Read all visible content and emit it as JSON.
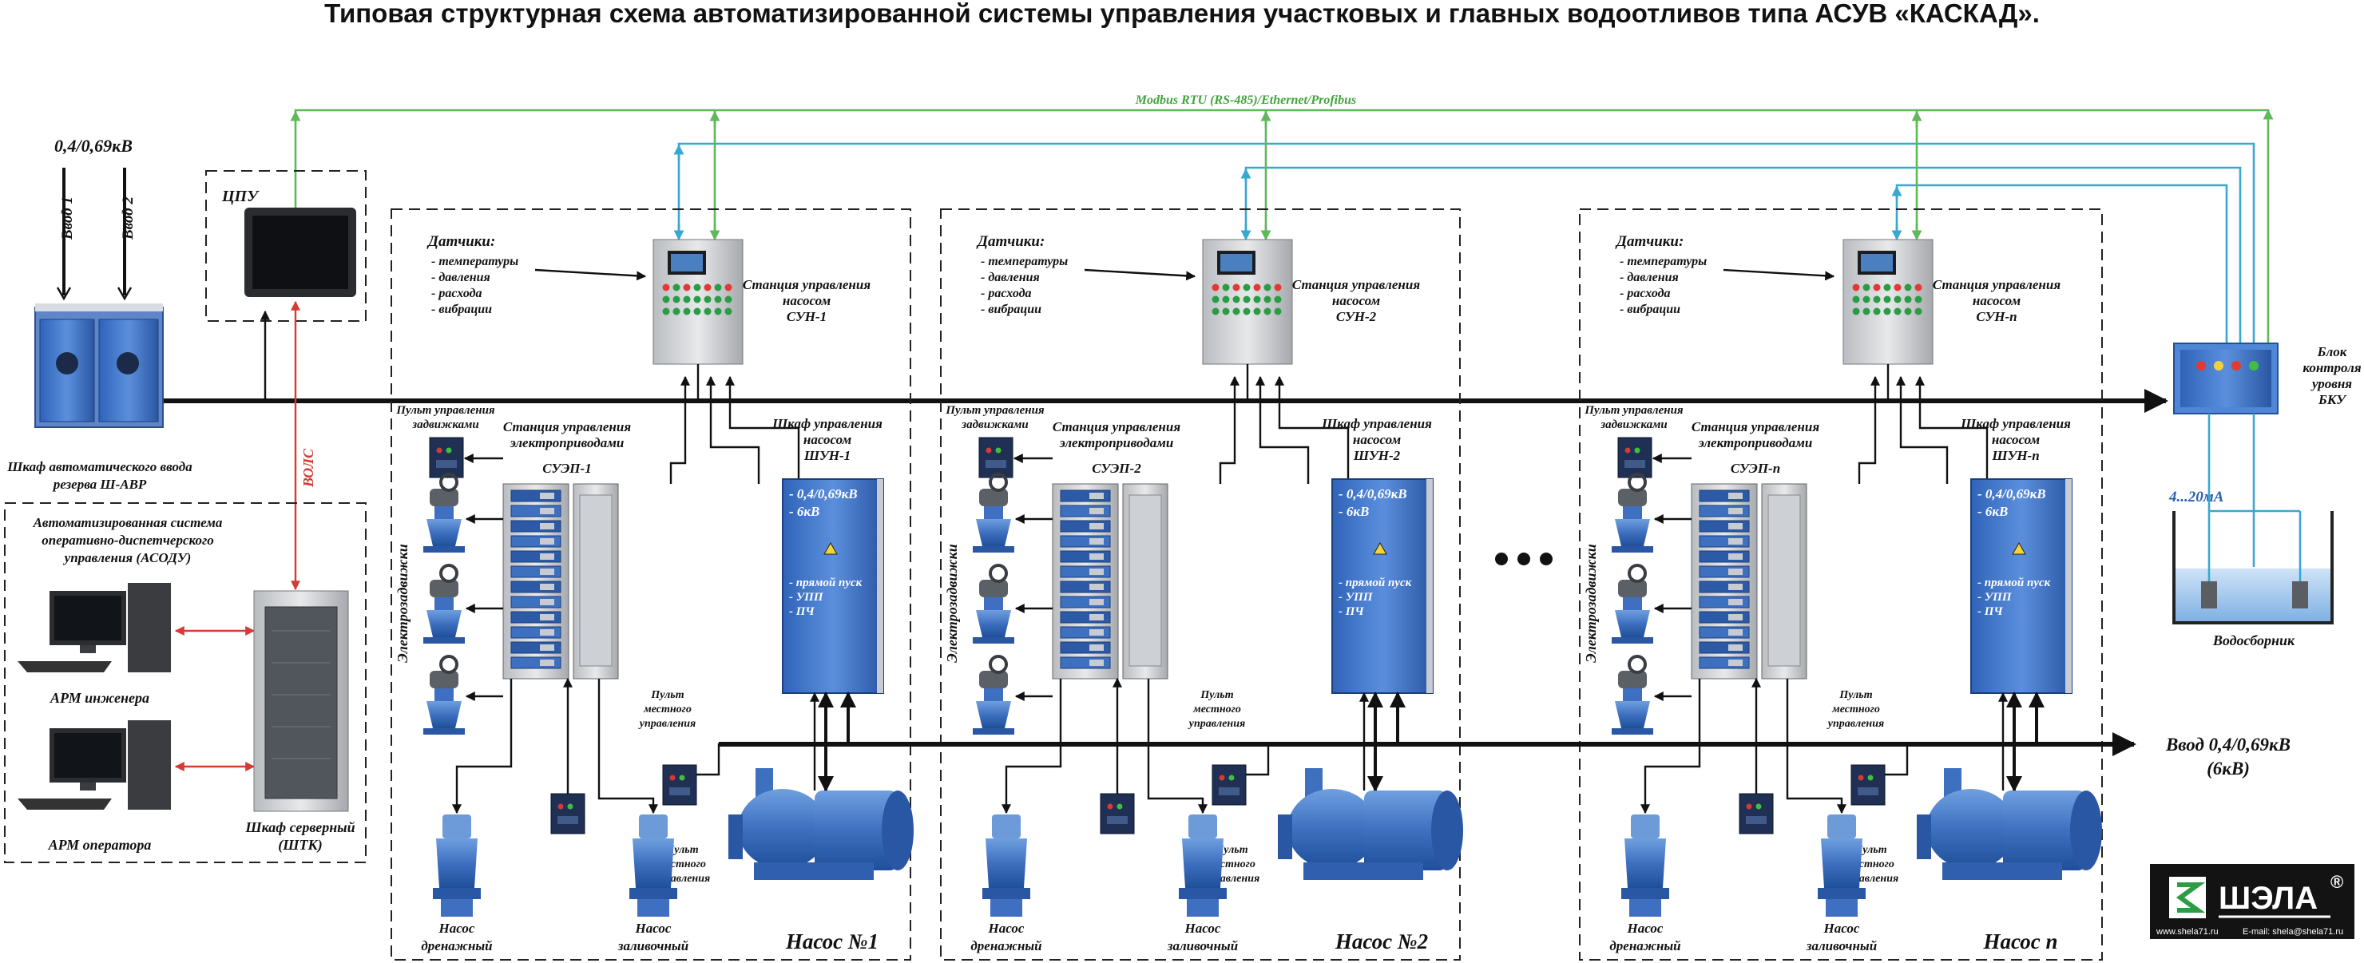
{
  "title": "Типовая структурная схема автоматизированной системы управления участковых и главных водоотливов типа АСУВ «КАСКАД».",
  "bus_label": "Modbus RTU (RS-485)/Ethernet/Profibus",
  "left": {
    "voltage": "0,4/0,69кВ",
    "input1": "Ввод 1",
    "input2": "Ввод 2",
    "avr_line1": "Шкаф автоматического ввода",
    "avr_line2": "резерва Ш-АВР",
    "cpu": "ЦПУ",
    "vols": "ВОЛС",
    "asodu_line1": "Автоматизированная система",
    "asodu_line2": "оперативно-диспетчерского",
    "asodu_line3": "управления (АСОДУ)",
    "arm_engineer": "АРМ инженера",
    "arm_operator": "АРМ оператора",
    "server_line1": "Шкаф серверный",
    "server_line2": "(ШТК)"
  },
  "sections": [
    {
      "sensors_title": "Датчики:",
      "sensors": [
        "- температуры",
        "- давления",
        "- расхода",
        "- вибрации"
      ],
      "sun_line1": "Станция управления",
      "sun_line2": "насосом",
      "sun_line3": "СУН-1",
      "valve_panel_line1": "Пульт управления",
      "valve_panel_line2": "задвижками",
      "suep_line1": "Станция управления",
      "suep_line2": "электроприводами",
      "suep_line3": "СУЭП-1",
      "shun_line1": "Шкаф управления",
      "shun_line2": "насосом",
      "shun_line3": "ШУН-1",
      "shun_v1": "- 0,4/0,69кВ",
      "shun_v2": "- 6кВ",
      "shun_m1": "- прямой пуск",
      "shun_m2": "- УПП",
      "shun_m3": "- ПЧ",
      "valves": "Электрозадвижки",
      "local1_line1": "Пульт",
      "local1_line2": "местного",
      "local1_line3": "управления",
      "local2_line1": "Пульт",
      "local2_line2": "местного",
      "local2_line3": "управления",
      "drain_line1": "Насос",
      "drain_line2": "дренажный",
      "fill_line1": "Насос",
      "fill_line2": "заливочный",
      "pump": "Насос №1"
    },
    {
      "sensors_title": "Датчики:",
      "sensors": [
        "- температуры",
        "- давления",
        "- расхода",
        "- вибрации"
      ],
      "sun_line1": "Станция управления",
      "sun_line2": "насосом",
      "sun_line3": "СУН-2",
      "valve_panel_line1": "Пульт управления",
      "valve_panel_line2": "задвижками",
      "suep_line1": "Станция управления",
      "suep_line2": "электроприводами",
      "suep_line3": "СУЭП-2",
      "shun_line1": "Шкаф управления",
      "shun_line2": "насосом",
      "shun_line3": "ШУН-2",
      "shun_v1": "- 0,4/0,69кВ",
      "shun_v2": "- 6кВ",
      "shun_m1": "- прямой пуск",
      "shun_m2": "- УПП",
      "shun_m3": "- ПЧ",
      "valves": "Электрозадвижки",
      "local1_line1": "Пульт",
      "local1_line2": "местного",
      "local1_line3": "управления",
      "local2_line1": "Пульт",
      "local2_line2": "местного",
      "local2_line3": "управления",
      "drain_line1": "Насос",
      "drain_line2": "дренажный",
      "fill_line1": "Насос",
      "fill_line2": "заливочный",
      "pump": "Насос №2"
    },
    {
      "sensors_title": "Датчики:",
      "sensors": [
        "- температуры",
        "- давления",
        "- расхода",
        "- вибрации"
      ],
      "sun_line1": "Станция управления",
      "sun_line2": "насосом",
      "sun_line3": "СУН-n",
      "valve_panel_line1": "Пульт управления",
      "valve_panel_line2": "задвижками",
      "suep_line1": "Станция управления",
      "suep_line2": "электроприводами",
      "suep_line3": "СУЭП-n",
      "shun_line1": "Шкаф управления",
      "shun_line2": "насосом",
      "shun_line3": "ШУН-n",
      "shun_v1": "- 0,4/0,69кВ",
      "shun_v2": "- 6кВ",
      "shun_m1": "- прямой пуск",
      "shun_m2": "- УПП",
      "shun_m3": "- ПЧ",
      "valves": "Электрозадвижки",
      "local1_line1": "Пульт",
      "local1_line2": "местного",
      "local1_line3": "управления",
      "local2_line1": "Пульт",
      "local2_line2": "местного",
      "local2_line3": "управления",
      "drain_line1": "Насос",
      "drain_line2": "дренажный",
      "fill_line1": "Насос",
      "fill_line2": "заливочный",
      "pump": "Насос n"
    }
  ],
  "right": {
    "bku_line1": "Блок",
    "bku_line2": "контроля",
    "bku_line3": "уровня",
    "bku_line4": "БКУ",
    "signal": "4...20мА",
    "tank": "Водосборник",
    "power_in_line1": "Ввод 0,4/0,69кВ",
    "power_in_line2": "(6кВ)"
  },
  "logo": {
    "brand": "ШЭЛА",
    "reg": "®",
    "site": "www.shela71.ru",
    "email": "E-mail: shela@shela71.ru"
  },
  "colors": {
    "bus_green": "#5fb85a",
    "bus_cyan": "#39a8d0",
    "fiber_red": "#d33b35",
    "cabinet_blue": "#3d74c9"
  }
}
